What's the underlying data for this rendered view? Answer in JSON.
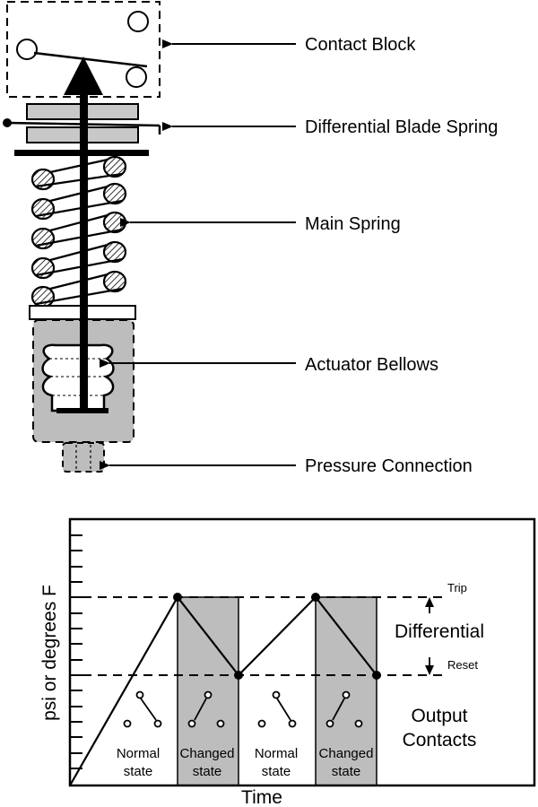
{
  "mechanism": {
    "labels": {
      "contact_block": "Contact Block",
      "differential_blade_spring": "Differential Blade Spring",
      "main_spring": "Main Spring",
      "actuator_bellows": "Actuator Bellows",
      "pressure_connection": "Pressure Connection"
    }
  },
  "graph": {
    "y_axis_label": "psi or degrees F",
    "x_axis_label": "Time",
    "trip_label": "Trip",
    "reset_label": "Reset",
    "differential_label": "Differential",
    "output_contacts_line1": "Output",
    "output_contacts_line2": "Contacts",
    "states": [
      {
        "line1": "Normal",
        "line2": "state"
      },
      {
        "line1": "Changed",
        "line2": "state"
      },
      {
        "line1": "Normal",
        "line2": "state"
      },
      {
        "line1": "Changed",
        "line2": "state"
      }
    ]
  },
  "colors": {
    "shade": "#bdbdbd",
    "spring_plate": "#c8c8c8",
    "line": "#000000"
  }
}
